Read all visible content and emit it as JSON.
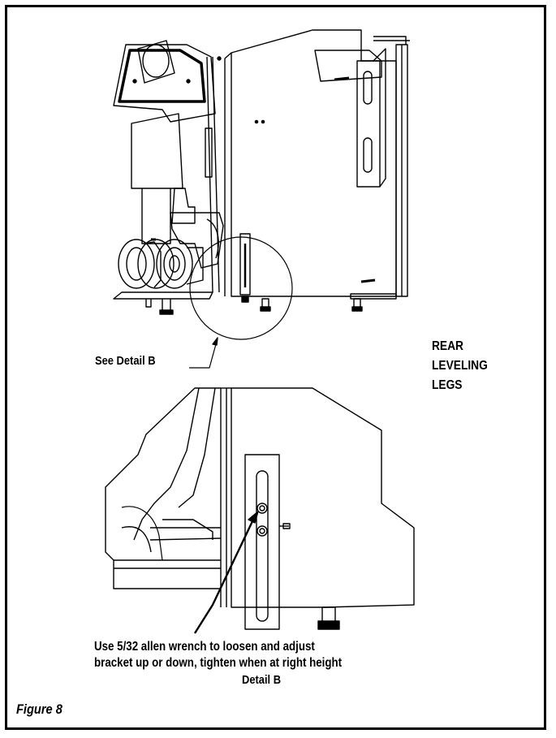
{
  "labels": {
    "see_detail": "See Detail B",
    "rear_leveling_legs": [
      "REAR",
      "LEVELING",
      "LEGS"
    ],
    "instruction": [
      "Use 5/32 allen wrench to loosen and adjust",
      "bracket up or down, tighten when at right height"
    ],
    "detail_caption": "Detail B",
    "figure_caption": "Figure 8"
  }
}
